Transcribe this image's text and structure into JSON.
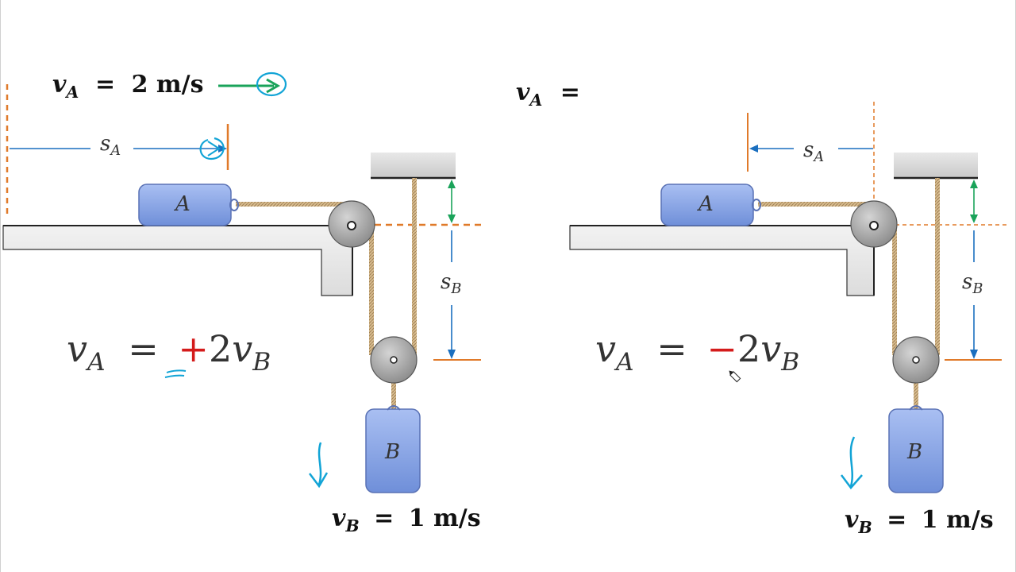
{
  "left": {
    "va_label": {
      "v": "v",
      "sub": "A",
      "eq": "=",
      "value": "2 m/s"
    },
    "sa_label": {
      "s": "s",
      "sub": "A"
    },
    "sb_label": {
      "s": "s",
      "sub": "B"
    },
    "block_a": "A",
    "block_b": "B",
    "equation": {
      "v": "v",
      "sub_a": "A",
      "eq": "=",
      "sign": "+",
      "coef": "2",
      "v2": "v",
      "sub_b": "B"
    },
    "vb_label": {
      "v": "v",
      "sub": "B",
      "eq": "=",
      "value": "1 m/s"
    }
  },
  "right": {
    "va_label": {
      "v": "v",
      "sub": "A",
      "eq": "="
    },
    "sa_label": {
      "s": "s",
      "sub": "A"
    },
    "sb_label": {
      "s": "s",
      "sub": "B"
    },
    "block_a": "A",
    "block_b": "B",
    "equation": {
      "v": "v",
      "sub_a": "A",
      "eq": "=",
      "sign": "−",
      "coef": "2",
      "v2": "v",
      "sub_b": "B"
    },
    "vb_label": {
      "v": "v",
      "sub": "B",
      "eq": "=",
      "value": "1 m/s"
    }
  },
  "colors": {
    "block": "#8fa8e6",
    "pulley": "#9a9a9a",
    "rope": "#c9a87a",
    "dimension_blue": "#1a6fbf",
    "reference_orange": "#e07a2a",
    "velocity_green": "#1aa35a",
    "annotation_cyan": "#12a4d6",
    "sign_red": "#d41b1b"
  }
}
